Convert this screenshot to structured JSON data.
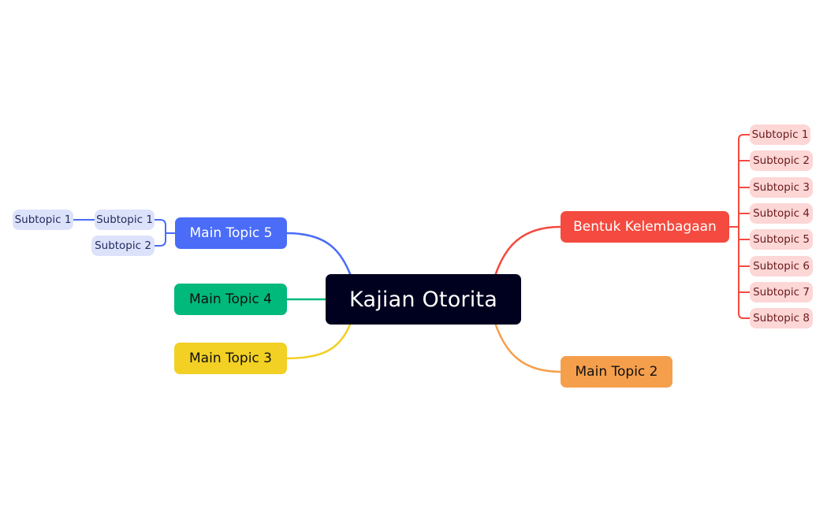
{
  "colors": {
    "central_bg": "#00001f",
    "branch_red": "#f44a3f",
    "branch_orange": "#f59f4c",
    "branch_blue": "#4a6cf7",
    "branch_green": "#00b97a",
    "branch_yellow": "#f2d024",
    "sub_red_bg": "#fdd6d6",
    "sub_blue_bg": "#dde2fb"
  },
  "central": {
    "label": "Kajian Otorita"
  },
  "right": {
    "bentuk": {
      "label": "Bentuk Kelembagaan",
      "subtopics": [
        "Subtopic 1",
        "Subtopic 2",
        "Subtopic 3",
        "Subtopic 4",
        "Subtopic 5",
        "Subtopic 6",
        "Subtopic 7",
        "Subtopic 8"
      ]
    },
    "topic2": {
      "label": "Main Topic 2"
    }
  },
  "left": {
    "topic5": {
      "label": "Main Topic 5",
      "subtopics": [
        {
          "label": "Subtopic 1",
          "children": [
            "Subtopic 1"
          ]
        },
        {
          "label": "Subtopic 2",
          "children": []
        }
      ]
    },
    "topic4": {
      "label": "Main Topic 4"
    },
    "topic3": {
      "label": "Main Topic 3"
    }
  }
}
